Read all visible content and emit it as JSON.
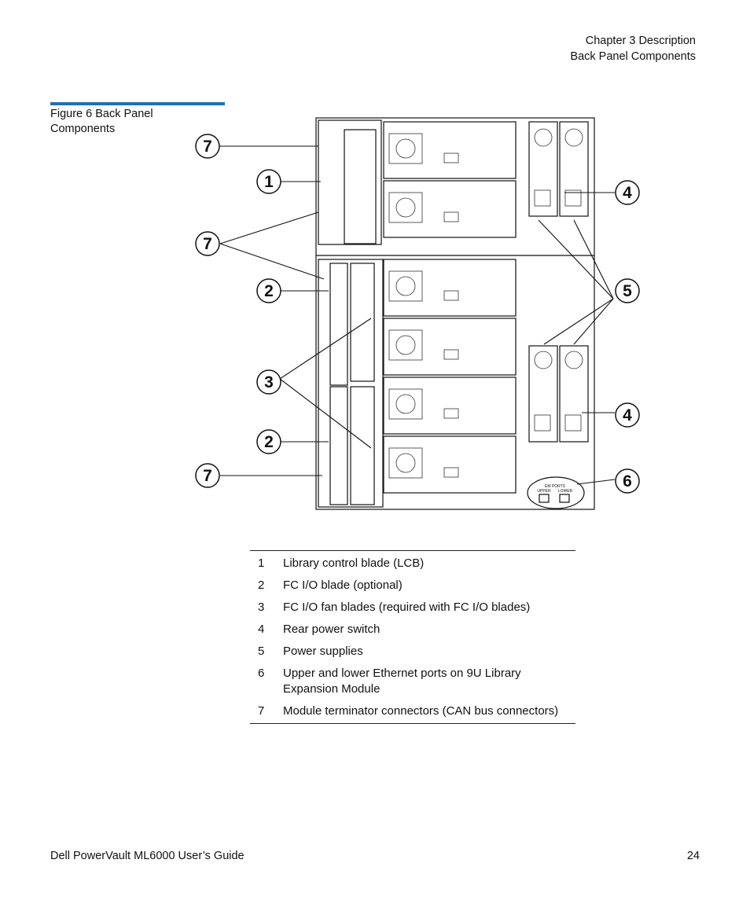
{
  "header": {
    "chapter": "Chapter 3  Description",
    "section": "Back Panel Components"
  },
  "figure": {
    "caption": "Figure 6  Back Panel Components",
    "callouts": [
      "7",
      "1",
      "7",
      "2",
      "3",
      "2",
      "7",
      "4",
      "5",
      "4",
      "6"
    ],
    "port_label": "EM PORTS",
    "upper_label": "UPPER",
    "lower_label": "LOWER"
  },
  "legend": {
    "items": [
      {
        "num": "1",
        "text": "Library control blade (LCB)"
      },
      {
        "num": "2",
        "text": "FC I/O blade (optional)"
      },
      {
        "num": "3",
        "text": "FC I/O fan blades (required with FC I/O blades)"
      },
      {
        "num": "4",
        "text": "Rear power switch"
      },
      {
        "num": "5",
        "text": "Power supplies"
      },
      {
        "num": "6",
        "text": "Upper and lower Ethernet ports on 9U Library Expansion Module"
      },
      {
        "num": "7",
        "text": "Module terminator connectors (CAN bus connectors)"
      }
    ]
  },
  "footer": {
    "title": "Dell PowerVault ML6000 User’s Guide",
    "page": "24"
  }
}
